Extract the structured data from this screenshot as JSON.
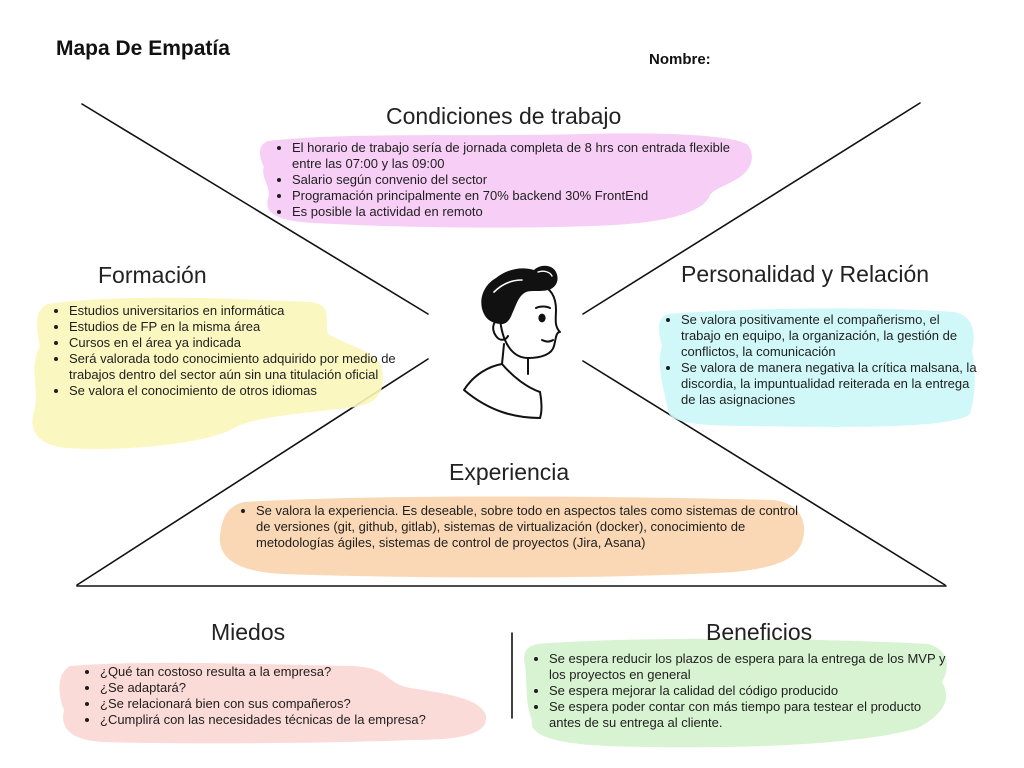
{
  "title": "Mapa De Empatía",
  "name_label": "Nombre:",
  "sections": {
    "condiciones": {
      "heading": "Condiciones de trabajo",
      "color": "#f6c9f4",
      "items": [
        "El horario de trabajo sería de jornada completa de 8 hrs con entrada flexible entre las 07:00 y las 09:00",
        "Salario según convenio del sector",
        "Programación principalmente en 70% backend 30% FrontEnd",
        "Es posible la actividad en remoto"
      ]
    },
    "formacion": {
      "heading": "Formación",
      "color": "#fbf6b9",
      "items": [
        "Estudios universitarios en informática",
        "Estudios de FP en la misma área",
        "Cursos en el área ya indicada",
        "Será valorada todo conocimiento adquirido por medio de trabajos dentro del sector aún sin una titulación oficial",
        "Se valora el conocimiento de otros idiomas"
      ]
    },
    "personalidad": {
      "heading": "Personalidad y Relación",
      "color": "#cbf7f8",
      "items": [
        "Se valora positivamente el compañerismo, el trabajo en equipo, la organización, la gestión de conflictos, la comunicación",
        "Se valora de manera negativa la crítica malsana, la discordia, la impuntualidad reiterada en la entrega de las asignaciones"
      ]
    },
    "experiencia": {
      "heading": "Experiencia",
      "color": "#f9d4ad",
      "items": [
        "Se valora la experiencia. Es deseable, sobre todo en aspectos tales como sistemas de control de versiones (git, github, gitlab), sistemas de virtualización (docker), conocimiento de metodologías ágiles, sistemas de control de proyectos (Jira, Asana)"
      ]
    },
    "miedos": {
      "heading": "Miedos",
      "color": "#fbd7d3",
      "items": [
        "¿Qué tan costoso resulta a la empresa?",
        "¿Se adaptará?",
        "¿Se relacionará bien con sus compañeros?",
        "¿Cumplirá con las necesidades técnicas de la empresa?"
      ]
    },
    "beneficios": {
      "heading": "Beneficios",
      "color": "#d4f2cc",
      "items": [
        "Se espera reducir los plazos de espera para la entrega de los MVP y los proyectos en general",
        "Se espera mejorar la calidad del código producido",
        "Se espera poder contar con más tiempo para testear el producto antes de su entrega al cliente."
      ]
    }
  }
}
